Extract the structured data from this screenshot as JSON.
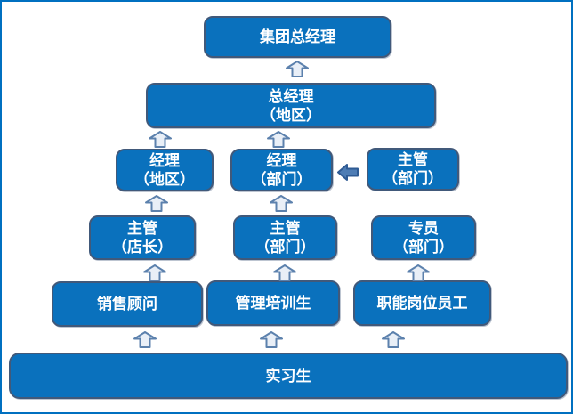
{
  "diagram": {
    "kind": "career-path-org-flowchart",
    "colors": {
      "frame_border": "#0070C0",
      "node_fill": "#0A71BD",
      "node_border": "#41597A",
      "node_text": "#FFFFFF",
      "up_arrow_fill": "#E9EFF7",
      "up_arrow_border": "#5C81AD",
      "left_arrow_fill": "#4E7DB5",
      "left_arrow_border": "#2F5B94",
      "background": "#FFFFFF"
    },
    "nodes": {
      "group-gm": {
        "line1": "集团总经理",
        "line2": ""
      },
      "gm-region": {
        "line1": "总经理",
        "line2": "（地区）"
      },
      "mgr-region": {
        "line1": "经理",
        "line2": "（地区）"
      },
      "mgr-dept": {
        "line1": "经理",
        "line2": "（部门）"
      },
      "sup-dept-3": {
        "line1": "主管",
        "line2": "（部门）"
      },
      "sup-store": {
        "line1": "主管",
        "line2": "（店长）"
      },
      "sup-dept-4": {
        "line1": "主管",
        "line2": "（部门）"
      },
      "spec-dept": {
        "line1": "专员",
        "line2": "（部门）"
      },
      "sales": {
        "line1": "销售顾问",
        "line2": ""
      },
      "trainee": {
        "line1": "管理培训生",
        "line2": ""
      },
      "func": {
        "line1": "职能岗位员工",
        "line2": ""
      },
      "intern": {
        "line1": "实习生",
        "line2": ""
      }
    },
    "edges_up": [
      {
        "from": "gm-region",
        "to": "group-gm"
      },
      {
        "from": "mgr-region",
        "to": "gm-region"
      },
      {
        "from": "mgr-dept",
        "to": "gm-region"
      },
      {
        "from": "sup-store",
        "to": "mgr-region"
      },
      {
        "from": "sup-dept-4",
        "to": "mgr-dept"
      },
      {
        "from": "sales",
        "to": "sup-store"
      },
      {
        "from": "trainee",
        "to": "sup-dept-4"
      },
      {
        "from": "func",
        "to": "spec-dept"
      },
      {
        "from": "intern",
        "to": "sales"
      },
      {
        "from": "intern",
        "to": "trainee"
      },
      {
        "from": "intern",
        "to": "func"
      }
    ],
    "edges_left": [
      {
        "from": "sup-dept-3",
        "to": "mgr-dept"
      }
    ]
  }
}
